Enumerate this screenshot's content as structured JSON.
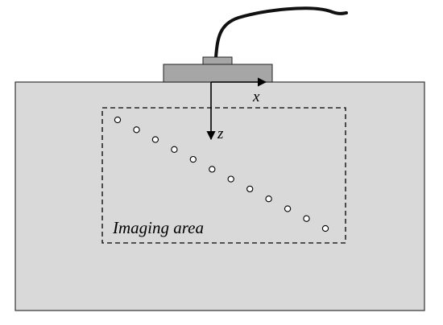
{
  "colors": {
    "background": "#ffffff",
    "medium_fill": "#d9d9d9",
    "medium_stroke": "#333333",
    "probe_fill": "#a6a6a6",
    "probe_stroke": "#222222",
    "cable": "#111111",
    "axis": "#000000",
    "point_fill": "#ffffff",
    "point_stroke": "#000000",
    "dash_stroke": "#000000"
  },
  "labels": {
    "x_axis": "x",
    "z_axis": "z",
    "imaging_area": "Imaging area"
  },
  "scatterers": {
    "count": 12
  }
}
